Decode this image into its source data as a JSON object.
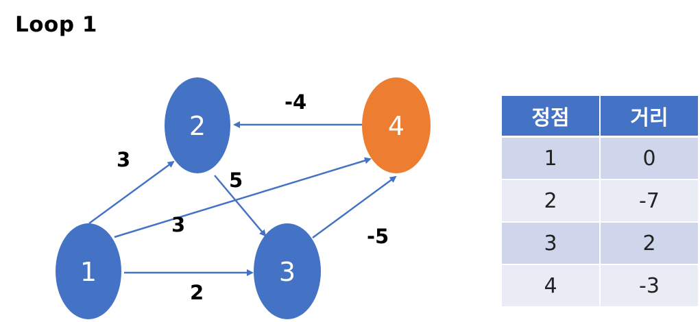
{
  "title": "Loop 1",
  "graph": {
    "nodes": [
      {
        "id": "1",
        "label": "1",
        "color": "#4472C4"
      },
      {
        "id": "2",
        "label": "2",
        "color": "#4472C4"
      },
      {
        "id": "3",
        "label": "3",
        "color": "#4472C4"
      },
      {
        "id": "4",
        "label": "4",
        "color": "#ED7D31"
      }
    ],
    "edges": [
      {
        "from": "1",
        "to": "2",
        "weight": "3"
      },
      {
        "from": "1",
        "to": "4",
        "weight": "3"
      },
      {
        "from": "1",
        "to": "3",
        "weight": "2"
      },
      {
        "from": "2",
        "to": "3",
        "weight": "5"
      },
      {
        "from": "3",
        "to": "4",
        "weight": "-5"
      },
      {
        "from": "4",
        "to": "2",
        "weight": "-4"
      }
    ],
    "edge_color": "#4472C4"
  },
  "table": {
    "headers": [
      "정점",
      "거리"
    ],
    "rows": [
      [
        "1",
        "0"
      ],
      [
        "2",
        "-7"
      ],
      [
        "3",
        "2"
      ],
      [
        "4",
        "-3"
      ]
    ],
    "header_color": "#4472C4",
    "row_colors": [
      "#CFD5EA",
      "#E9EBF5"
    ]
  }
}
